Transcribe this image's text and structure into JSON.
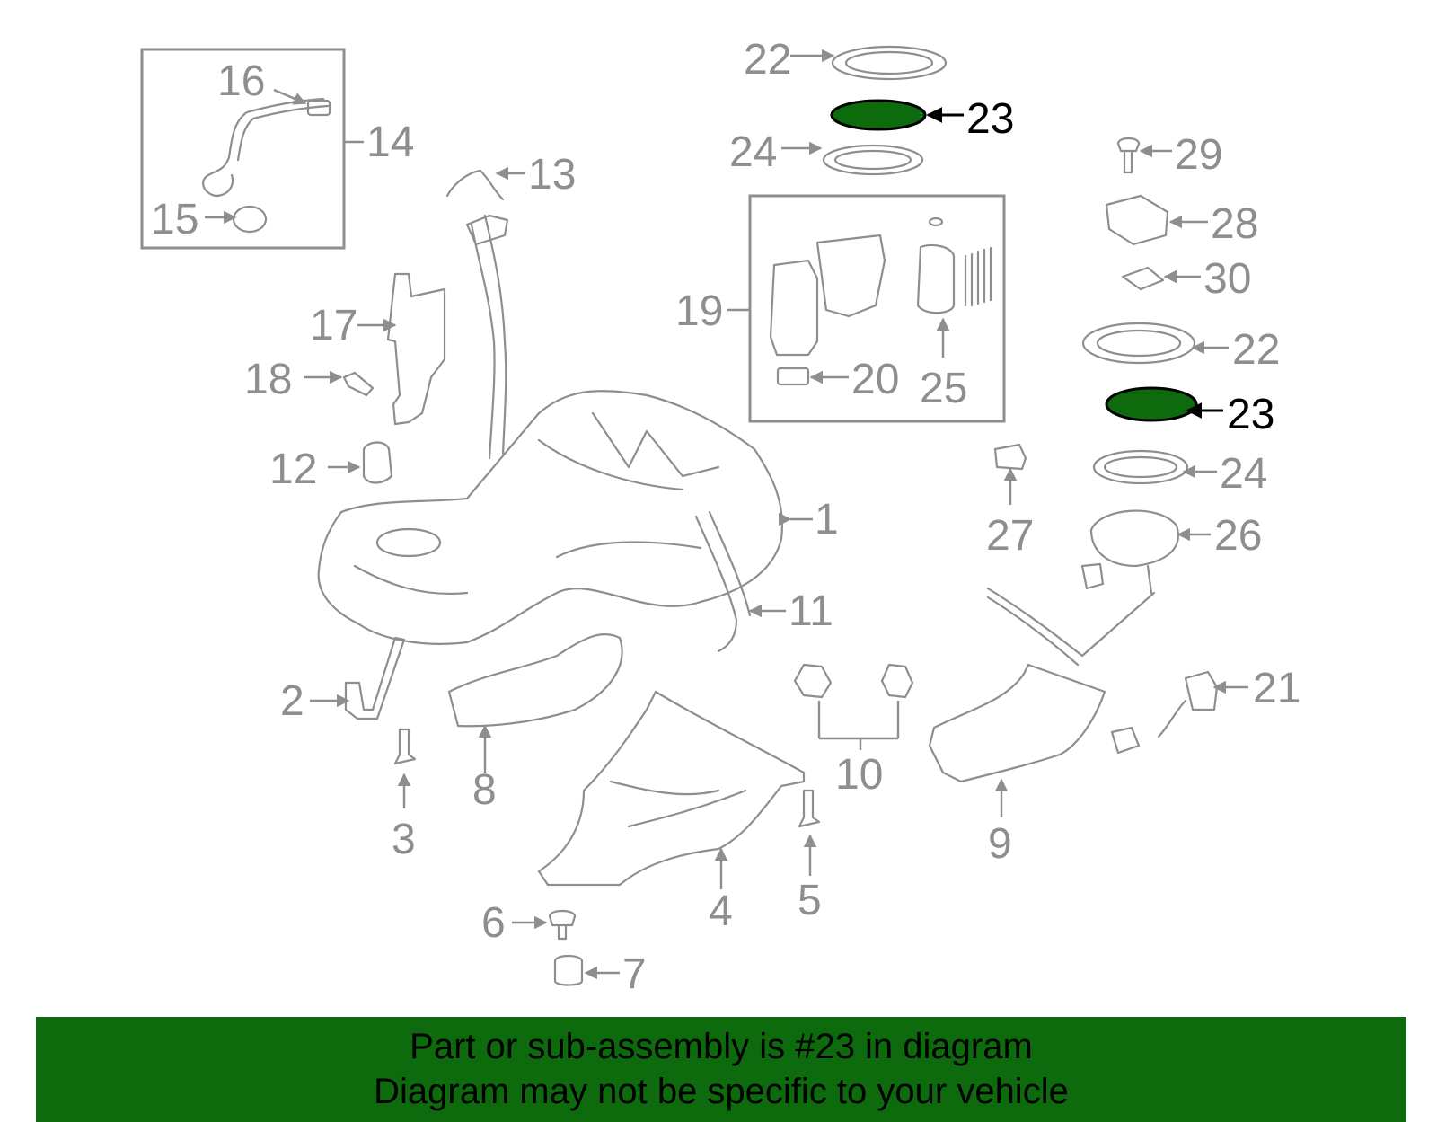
{
  "callouts": {
    "c1": "1",
    "c2": "2",
    "c3": "3",
    "c4": "4",
    "c5": "5",
    "c6": "6",
    "c7": "7",
    "c8": "8",
    "c9": "9",
    "c10": "10",
    "c11": "11",
    "c12": "12",
    "c13": "13",
    "c14": "14",
    "c15": "15",
    "c16": "16",
    "c17": "17",
    "c18": "18",
    "c19": "19",
    "c20": "20",
    "c21": "21",
    "c22": "22",
    "c23": "23",
    "c24": "24",
    "c25": "25",
    "c26": "26",
    "c27": "27",
    "c28": "28",
    "c29": "29",
    "c30": "30"
  },
  "highlight": {
    "part_number": "23",
    "color": "#0d6b0d"
  },
  "colors": {
    "line": "#8e8e8e",
    "banner": "#0d6b0d",
    "highlight_stroke": "#000000"
  },
  "banner": {
    "line1": "Part or sub-assembly is #23 in diagram",
    "line2": "Diagram may not be specific to your vehicle"
  }
}
